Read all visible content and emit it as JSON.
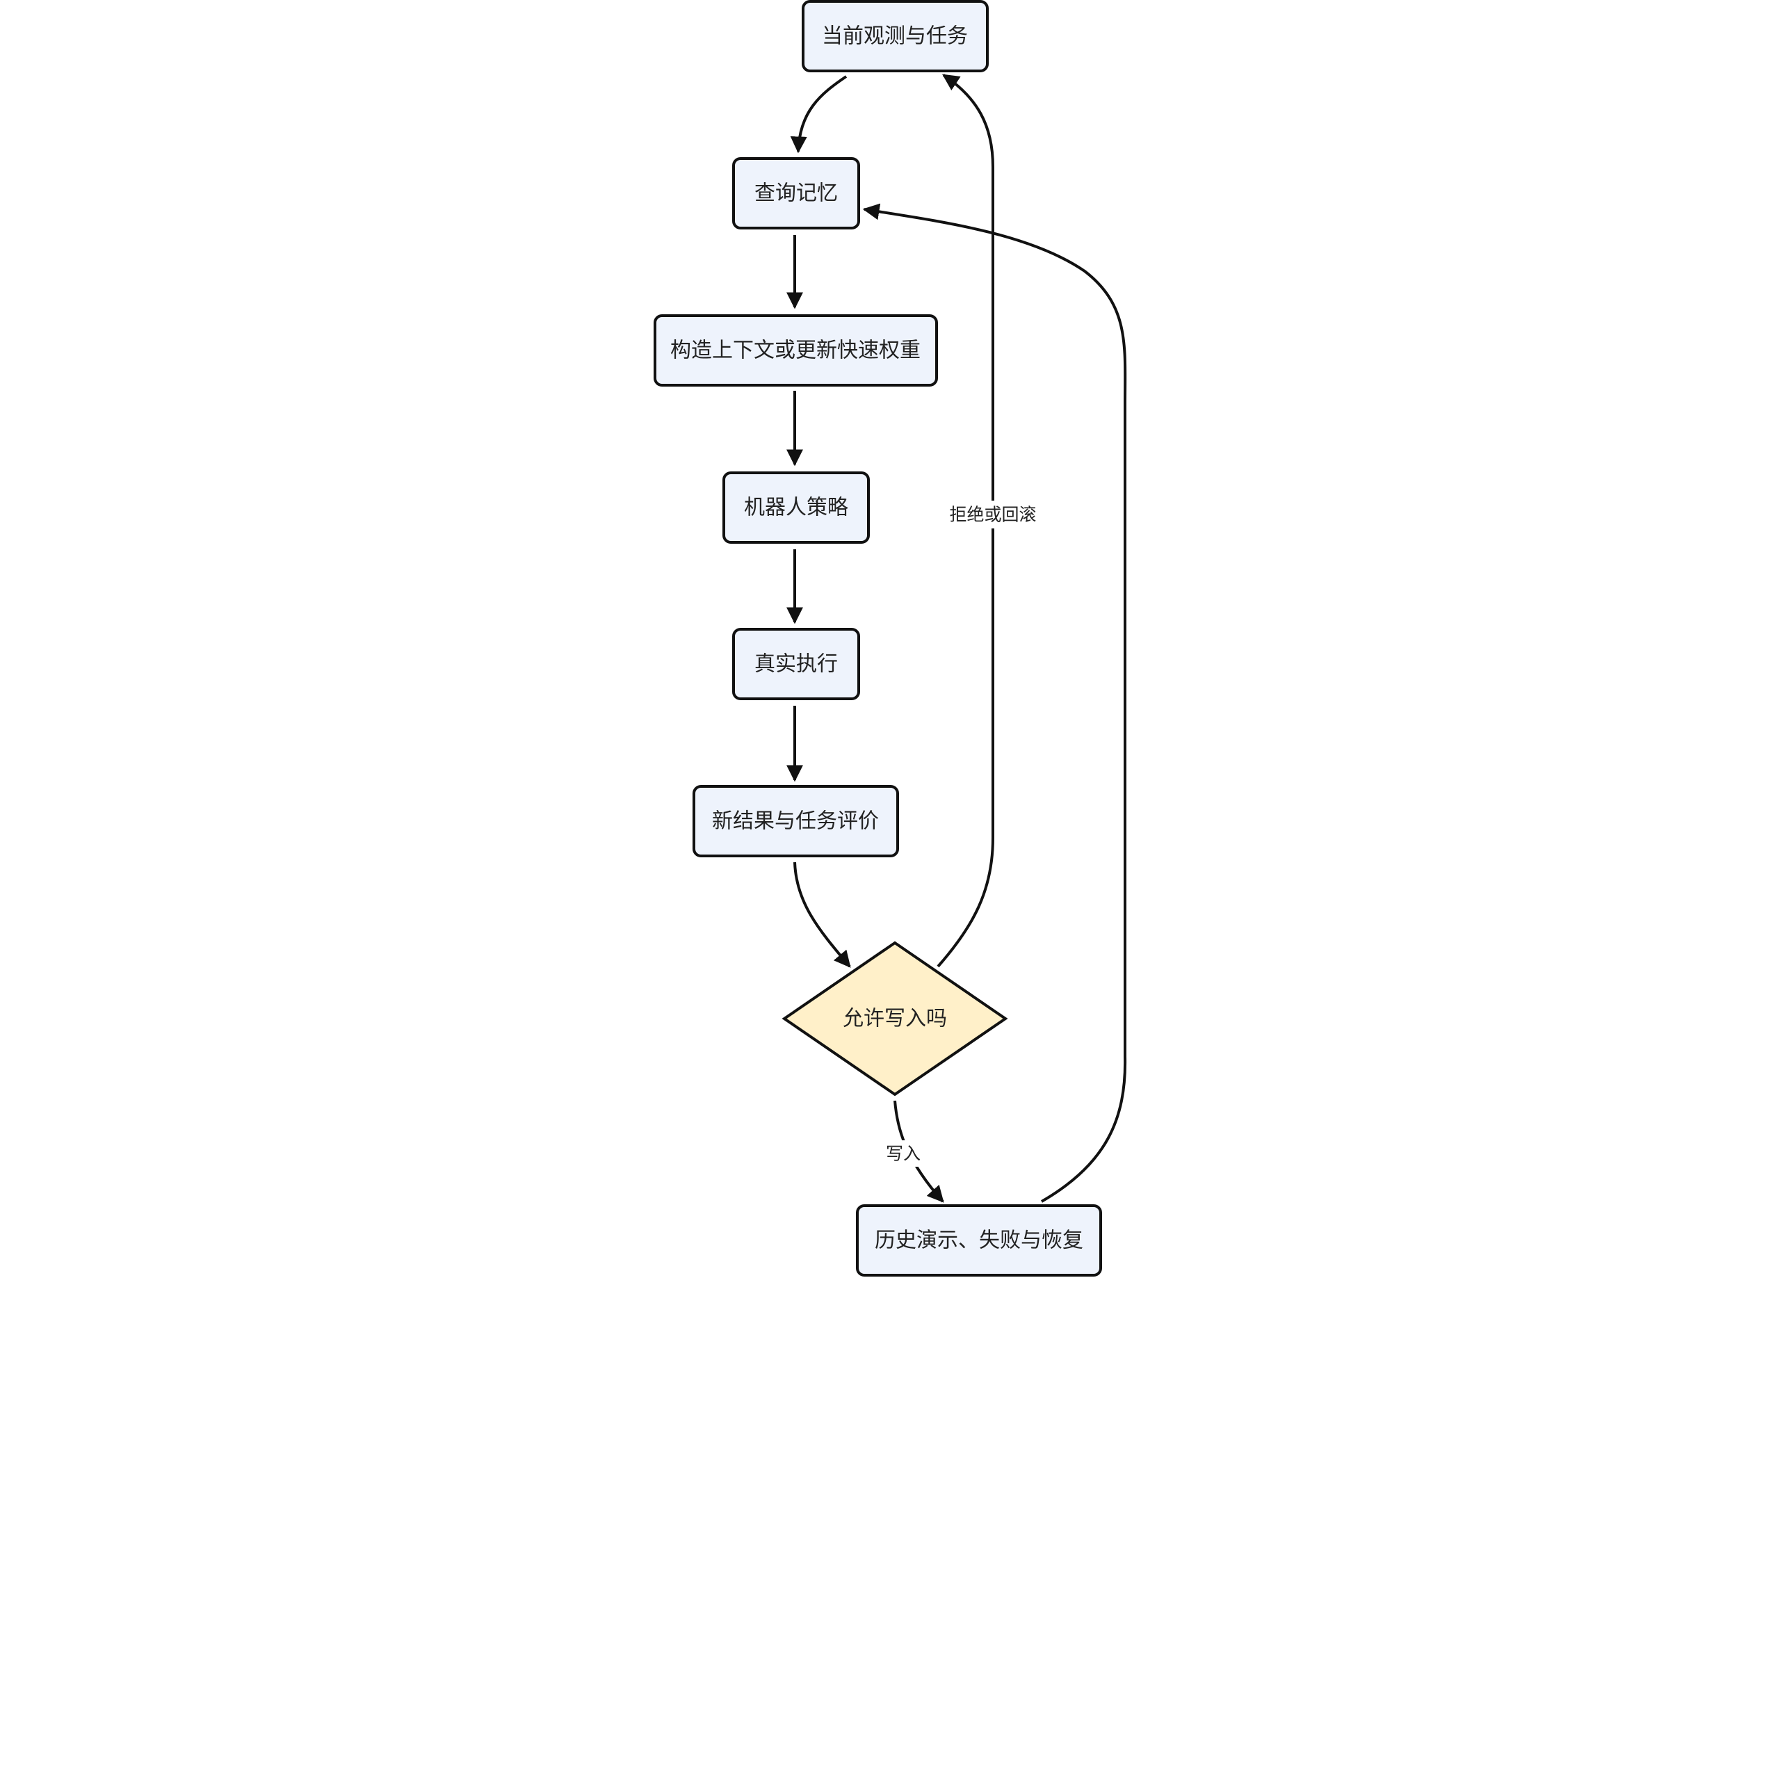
{
  "nodes": {
    "observe": {
      "label": "当前观测与任务"
    },
    "query": {
      "label": "查询记忆"
    },
    "context": {
      "label": "构造上下文或更新快速权重"
    },
    "policy": {
      "label": "机器人策略"
    },
    "execute": {
      "label": "真实执行"
    },
    "evaluate": {
      "label": "新结果与任务评价"
    },
    "decision": {
      "label": "允许写入吗"
    },
    "history": {
      "label": "历史演示、失败与恢复"
    }
  },
  "edges": {
    "reject": {
      "label": "拒绝或回滚"
    },
    "write": {
      "label": "写入"
    }
  },
  "colors": {
    "box_fill": "#eef3fc",
    "diamond_fill": "#fff0c9",
    "stroke": "#111111"
  }
}
